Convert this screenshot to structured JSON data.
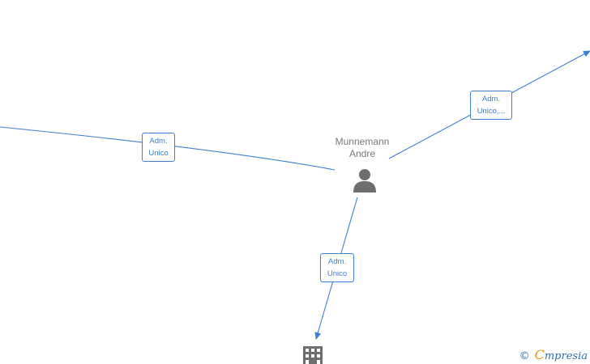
{
  "center_person": {
    "name_line1": "Munnemann",
    "name_line2": "Andre",
    "icon": "person-icon"
  },
  "edges": [
    {
      "id": "left",
      "label_line1": "Adm.",
      "label_line2": "Unico"
    },
    {
      "id": "upper-right",
      "label_line1": "Adm.",
      "label_line2": "Unico,..."
    },
    {
      "id": "down",
      "label_line1": "Adm.",
      "label_line2": "Unico"
    }
  ],
  "target_company": {
    "icon": "building-icon"
  },
  "branding": {
    "copyright_symbol": "©",
    "logo_initial": "C",
    "logo_rest": "mpresia"
  },
  "colors": {
    "edge": "#3d7fd1",
    "node_icon": "#6e6e6e",
    "text": "#777777",
    "brand_orange": "#e39a16"
  }
}
